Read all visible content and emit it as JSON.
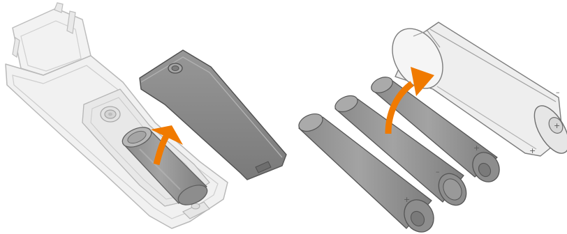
{
  "figure": {
    "panels": [
      {
        "name": "remote-battery-compartment",
        "objects": [
          "device-housing",
          "battery-cover",
          "battery-pack",
          "insert-arrow"
        ]
      },
      {
        "name": "battery-pack-assembly",
        "objects": [
          "aa-battery-1",
          "aa-battery-2",
          "aa-battery-3",
          "battery-holder",
          "insert-arrow"
        ]
      }
    ],
    "colors": {
      "device_fill": "#f1f1f1",
      "device_stroke": "#b9b9b9",
      "cover_fill": "#8b8b8b",
      "battery_fill": "#9a9a9a",
      "holder_fill": "#eeeeee",
      "arrow": "#f07a00"
    },
    "polarity_symbols": {
      "plus": "+",
      "minus": "–"
    }
  }
}
